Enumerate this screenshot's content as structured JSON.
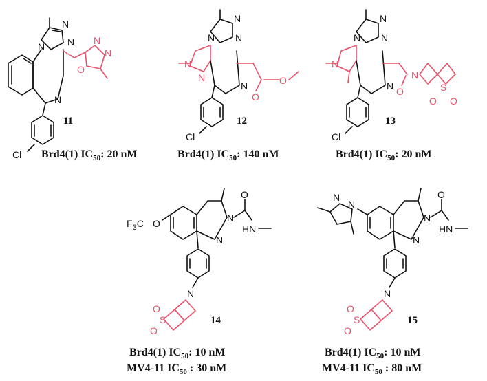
{
  "colors": {
    "bond": "#111111",
    "highlight": "#e8506a",
    "background": "#ffffff"
  },
  "compounds": [
    {
      "id": "11",
      "caption_prefix": "Brd4(1) IC",
      "caption_sub": "50",
      "caption_value": ": 20 nM"
    },
    {
      "id": "12",
      "caption_prefix": "Brd4(1) IC",
      "caption_sub": "50",
      "caption_value": ": 140 nM"
    },
    {
      "id": "13",
      "caption_prefix": "Brd4(1) IC",
      "caption_sub": "50",
      "caption_value": ": 20 nM"
    },
    {
      "id": "14",
      "caption_prefix": "Brd4(1) IC",
      "caption_sub": "50",
      "caption_value": ": 10 nM",
      "caption2_prefix": "MV4-11 IC",
      "caption2_sub": "50",
      "caption2_value": " : 30 nM"
    },
    {
      "id": "15",
      "caption_prefix": "Brd4(1) IC",
      "caption_sub": "50",
      "caption_value": ": 10 nM",
      "caption2_prefix": "MV4-11 IC",
      "caption2_sub": "50",
      "caption2_value": " : 80 nM"
    }
  ],
  "atoms": {
    "N": "N",
    "O": "O",
    "Cl": "Cl",
    "S": "S",
    "F3C": "F",
    "F3C_sub": "3",
    "F3C_rest": "C",
    "H": "H",
    "HN": "HN"
  }
}
